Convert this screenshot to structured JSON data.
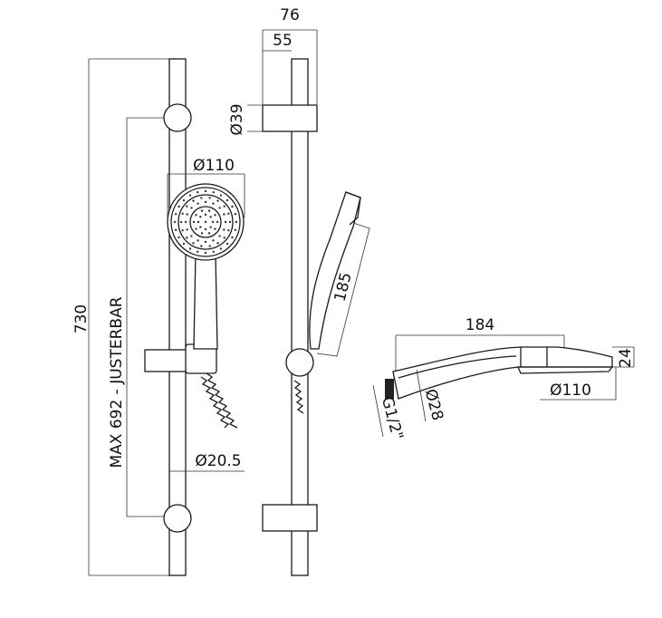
{
  "drawing": {
    "front_view": {
      "total_height": "730",
      "adjust_bar": "MAX 692 - JUSTERBAR",
      "head_diameter": "Ø110",
      "rail_diameter": "Ø20.5"
    },
    "side_view": {
      "bracket_depth": "76",
      "bracket_offset": "55",
      "bracket_diameter": "Ø39",
      "shower_length": "185"
    },
    "handshower_view": {
      "length": "184",
      "head_height": "24",
      "head_diameter": "Ø110",
      "handle_diameter": "Ø28",
      "thread": "G1/2\""
    }
  }
}
